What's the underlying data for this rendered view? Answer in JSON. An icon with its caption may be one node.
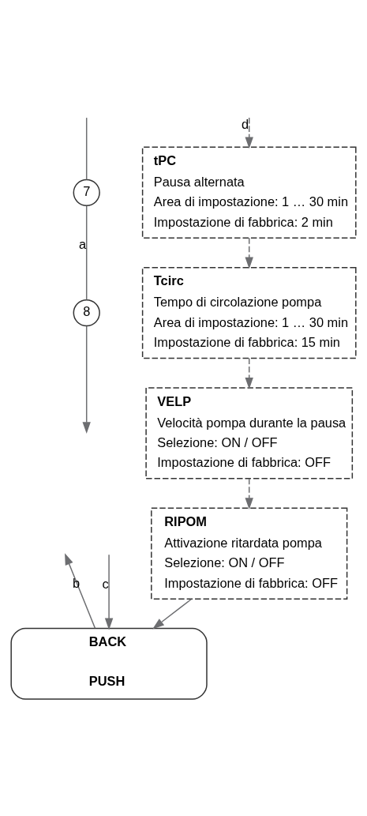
{
  "diagram": {
    "nodes": [
      {
        "text": [
          "7"
        ]
      },
      {
        "text": [
          "tPC",
          "Pausa alternata",
          "Area di impostazione: 1 … 30 min",
          "Impostazione di fabbrica: 2 min"
        ]
      },
      {
        "text": [
          "Tcirc",
          "Tempo di circolazione pompa",
          "Area di impostazione: 1 … 30 min",
          "Impostazione di fabbrica: 15 min"
        ]
      },
      {
        "text": [
          "VELP",
          "Velocità pompa durante la pausa",
          "Selezione: ON / OFF",
          "Impostazione di fabbrica: OFF"
        ]
      },
      {
        "text": [
          "RIPOM",
          "Attivazione ritardata pompa",
          "Selezione: ON / OFF",
          "Impostazione di fabbrica: OFF"
        ]
      },
      {
        "text": [
          "BACK",
          "PUSH"
        ]
      },
      {
        "text": [
          "8"
        ]
      }
    ],
    "edges": [
      {
        "from": null,
        "to": 0,
        "arrow": "none"
      },
      {
        "from": 0,
        "to": 6,
        "arrow": "none",
        "label": "a"
      },
      {
        "from": 6,
        "to": null,
        "arrow": "to"
      },
      {
        "from": 5,
        "to": null,
        "arrow": "to",
        "label": "b"
      },
      {
        "from": null,
        "to": 5,
        "arrow": "to",
        "label": "c"
      },
      {
        "from": null,
        "to": 1,
        "arrow": "to",
        "style": "dashed",
        "label": "d"
      },
      {
        "from": 1,
        "to": 2,
        "arrow": "to",
        "style": "dashed"
      },
      {
        "from": 2,
        "to": 3,
        "arrow": "to",
        "style": "dashed"
      },
      {
        "from": 3,
        "to": 4,
        "arrow": "to",
        "style": "dashed"
      },
      {
        "from": 4,
        "to": 5,
        "arrow": "to"
      }
    ]
  }
}
